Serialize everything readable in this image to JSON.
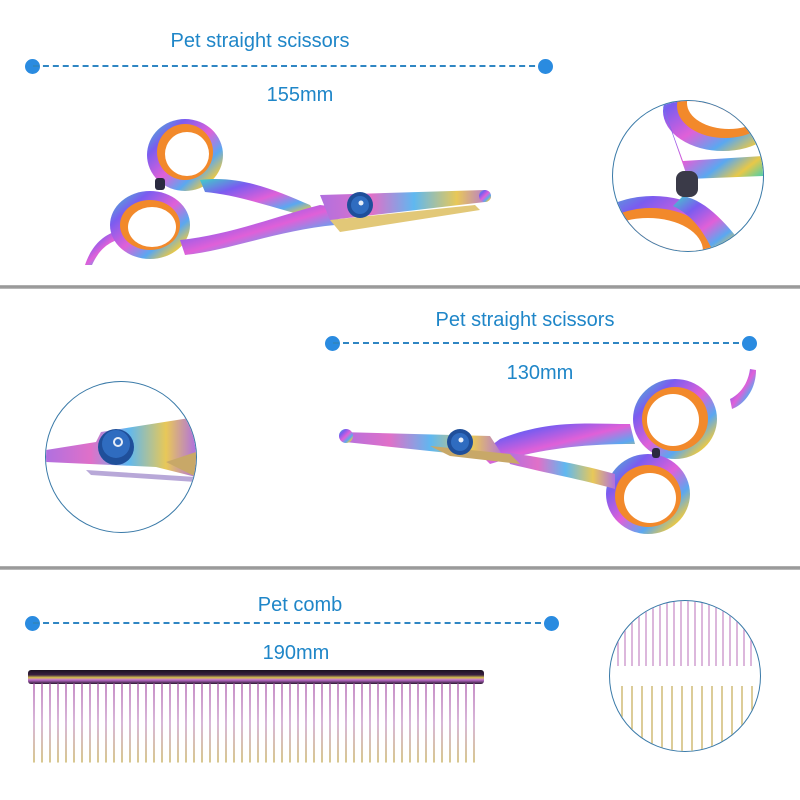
{
  "sections": [
    {
      "title": "Pet straight scissors",
      "measurement": "155mm",
      "product": "scissors-large",
      "detail": "pivot-screw-handle-closeup"
    },
    {
      "title": "Pet straight scissors",
      "measurement": "130mm",
      "product": "scissors-small-round-tip",
      "detail": "blue-pivot-screw-closeup"
    },
    {
      "title": "Pet comb",
      "measurement": "190mm",
      "product": "comb",
      "detail": "comb-teeth-closeup"
    }
  ],
  "colors": {
    "label_text": "#1f86c8",
    "dimension_dot": "#2a8be0",
    "dimension_dash": "#2f86c3",
    "ring_orange": "#f2892b",
    "circle_border": "#3a7aa8",
    "divider": "#9a9a9a"
  }
}
